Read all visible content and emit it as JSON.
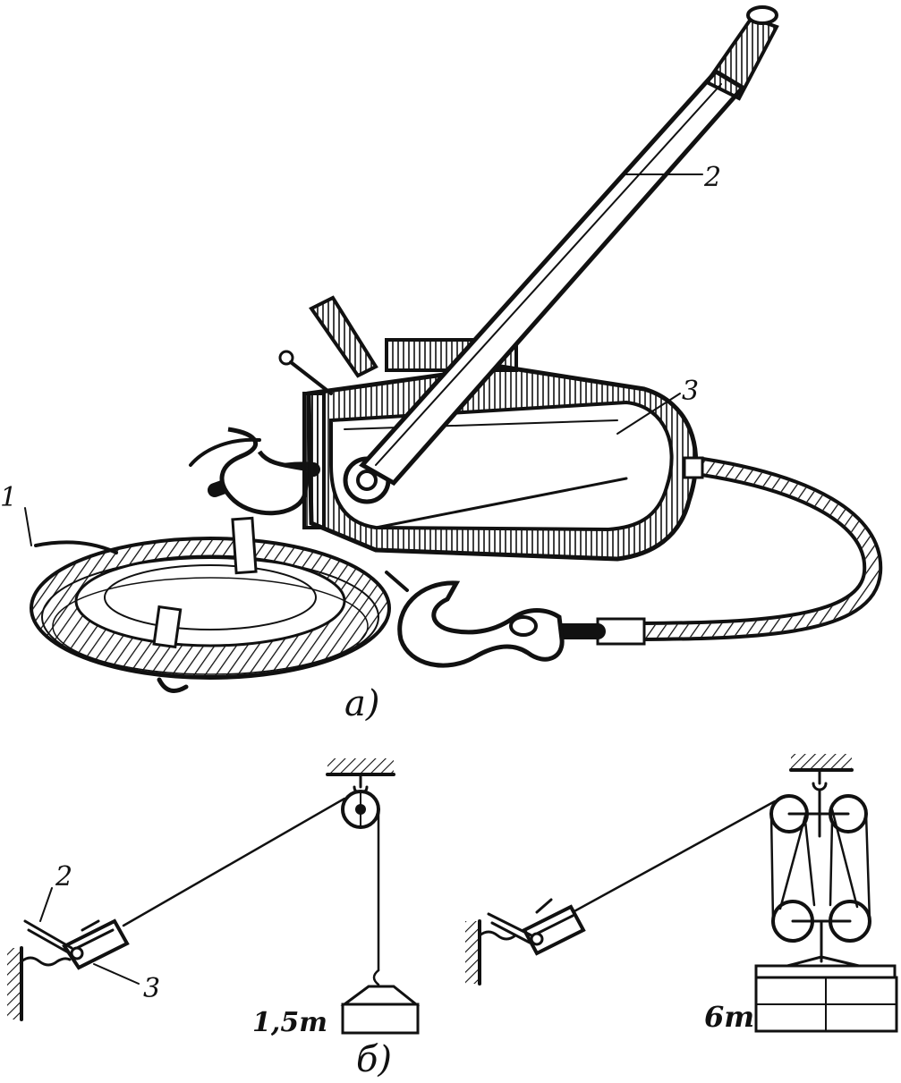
{
  "figure_a": {
    "caption": "a)",
    "callouts": [
      {
        "id": "1",
        "text": "1"
      },
      {
        "id": "2",
        "text": "2"
      },
      {
        "id": "3",
        "text": "3"
      }
    ]
  },
  "figure_b": {
    "caption": "б)",
    "left_scheme": {
      "callout_2": "2",
      "callout_3": "3",
      "load_label": "1,5т"
    },
    "right_scheme": {
      "load_label": "6т"
    }
  },
  "icons": {
    "rope_coil": "rope-coil-icon",
    "lever": "lever-icon",
    "hook": "hook-icon",
    "pulley": "pulley-icon",
    "ceiling_anchor": "ceiling-anchor-icon",
    "wall_anchor": "wall-anchor-icon"
  }
}
